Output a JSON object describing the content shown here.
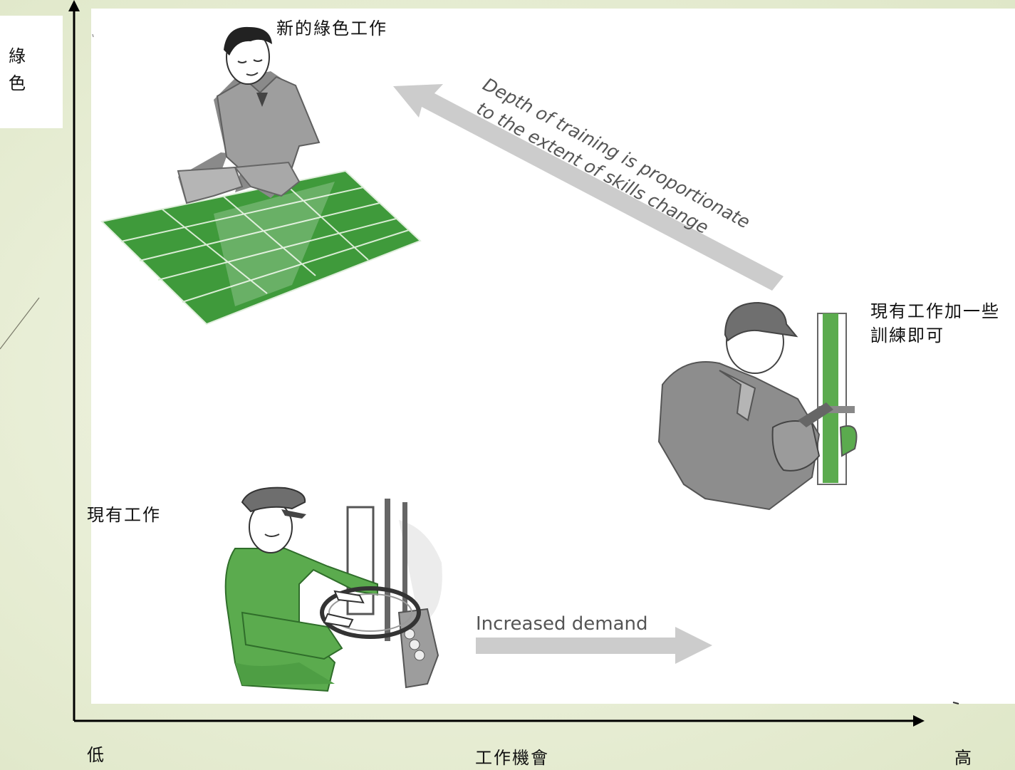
{
  "labels": {
    "y_axis_label": "綠色",
    "top_left": "新的綠色工作",
    "bottom_left": "現有工作",
    "right": [
      "現有工作加一些",
      "訓練即可"
    ],
    "x_low": "低",
    "x_axis": "工作機會",
    "x_high": "高"
  },
  "annotations": {
    "diagonal_arrow": [
      "Depth of training is proportionate",
      "to the extent of skills change"
    ],
    "horizontal_arrow": "Increased demand"
  },
  "colors": {
    "slide_background": "#e7edd4",
    "panel": "#ffffff",
    "solar_green": "#3f9a3b",
    "uniform_green": "#5bab4e",
    "figure_gray": "#8a8a8a",
    "arrow_gray": "#cccccc"
  },
  "illustrations": {
    "top_left": "solar-panel-worker",
    "bottom_left": "bus-driver",
    "right": "mechanic-with-wrench"
  }
}
